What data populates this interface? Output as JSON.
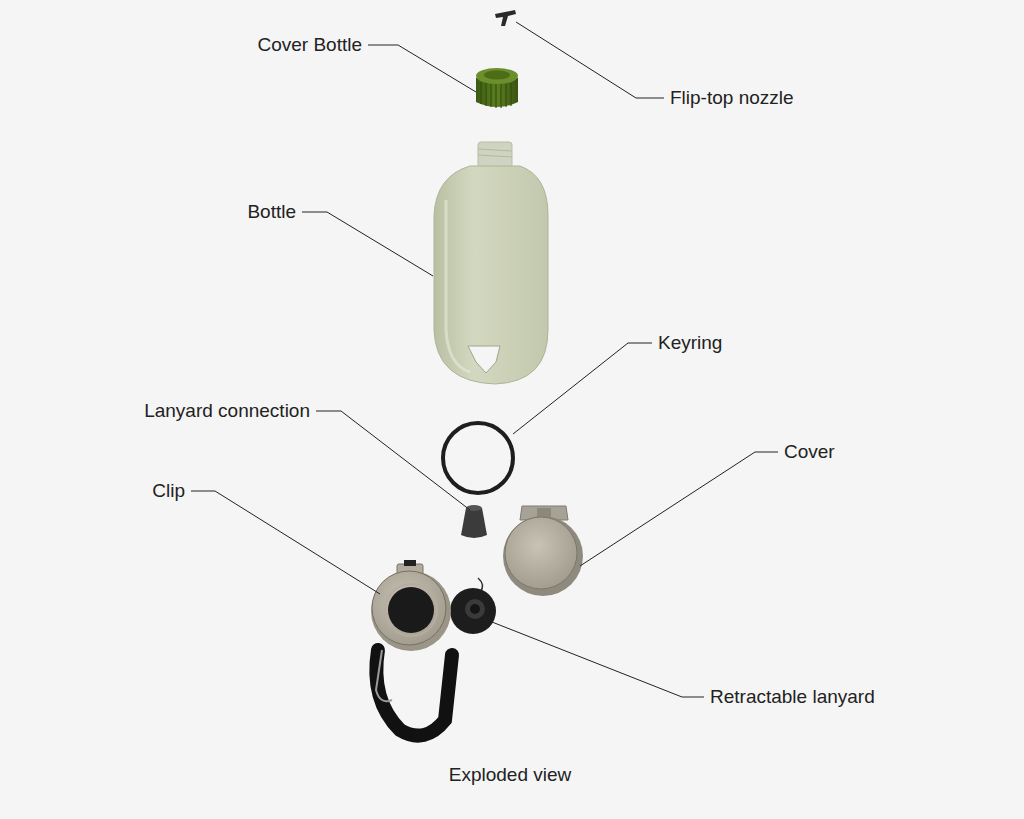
{
  "diagram": {
    "caption": "Exploded view",
    "labels": [
      "Cover Bottle",
      "Flip-top nozzle",
      "Bottle",
      "Keyring",
      "Lanyard connection",
      "Cover",
      "Clip",
      "Retractable lanyard"
    ]
  }
}
